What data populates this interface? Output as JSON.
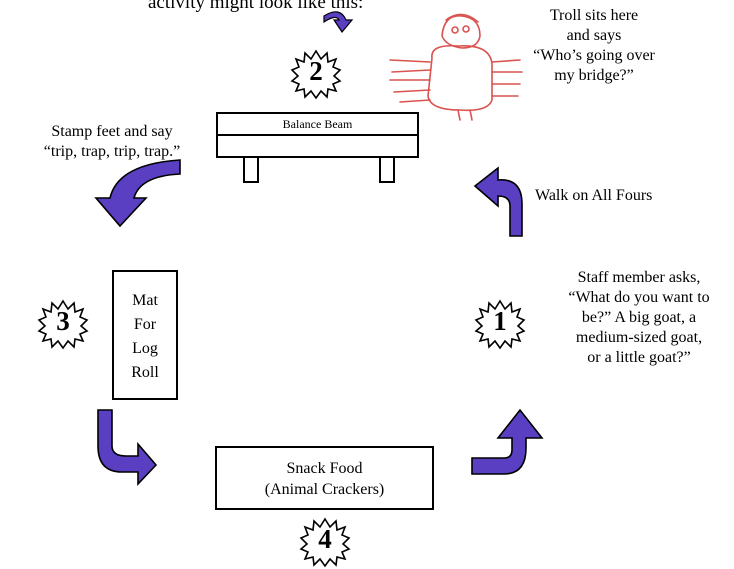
{
  "intro_text": "activity might look like this:",
  "notes": {
    "troll": [
      "Troll sits here",
      "and says",
      "“Who’s going over",
      "my bridge?”"
    ],
    "stamp": [
      "Stamp feet and say",
      "“trip, trap, trip, trap.”"
    ],
    "walk": "Walk on All Fours",
    "staff": [
      "Staff member asks,",
      "“What do you want to",
      "be?” A big goat, a",
      "medium-sized goat,",
      "or a little goat?”"
    ]
  },
  "stations": {
    "balance_beam": "Balance Beam",
    "mat": [
      "Mat",
      "For",
      "Log",
      "Roll"
    ],
    "snack": [
      "Snack Food",
      "(Animal Crackers)"
    ]
  },
  "badges": [
    "1",
    "2",
    "3",
    "4"
  ],
  "colors": {
    "arrow_fill": "#5b3fc2",
    "troll_sketch": "#d9534f"
  },
  "icons": [
    "curved-arrow-icon",
    "starburst-badge-icon",
    "troll-sketch-icon"
  ]
}
